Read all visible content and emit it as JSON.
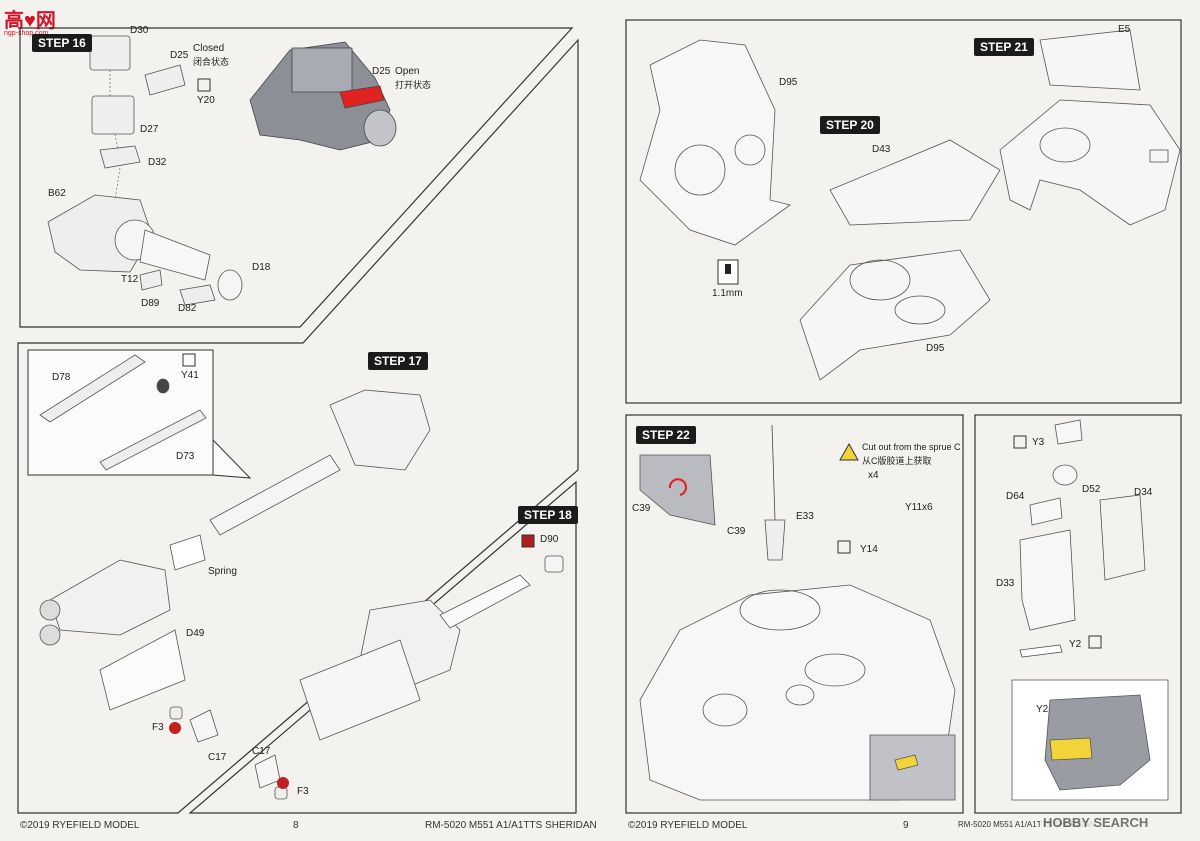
{
  "header_logo": {
    "text": "高♥网",
    "sub": "ngp-shop.com"
  },
  "page8": {
    "step16": {
      "title": "STEP 16",
      "labels": {
        "d30": "D30",
        "d25a": "D25",
        "closed_en": "Closed",
        "closed_cn": "闭合状态",
        "y20": "Y20",
        "d27": "D27",
        "d32": "D32",
        "b62": "B62",
        "d18": "D18",
        "t12": "T12",
        "d89": "D89",
        "d82": "D82",
        "d25b": "D25",
        "open_en": "Open",
        "open_cn": "打开状态"
      }
    },
    "step17": {
      "title": "STEP 17",
      "labels": {
        "d78": "D78",
        "y41": "Y41",
        "d73": "D73",
        "spring": "Spring",
        "d49": "D49"
      }
    },
    "step18": {
      "title": "STEP 18",
      "labels": {
        "d90": "D90",
        "f3a": "F3",
        "c17a": "C17",
        "c17b": "C17",
        "f3b": "F3"
      }
    },
    "footer": {
      "left": "©2019 RYEFIELD MODEL",
      "page": "8",
      "right": "RM-5020 M551 A1/A1TTS SHERIDAN"
    }
  },
  "page9": {
    "step20": {
      "title": "STEP 20",
      "labels": {
        "d43": "D43",
        "d95b": "D95"
      }
    },
    "step21": {
      "title": "STEP 21",
      "labels": {
        "e5": "E5"
      }
    },
    "drill": {
      "label": "D95",
      "size": "1.1mm"
    },
    "step22": {
      "title": "STEP 22",
      "labels": {
        "c39a": "C39",
        "c39b": "C39",
        "e33": "E33",
        "x4": "x4",
        "y11x6": "Y11x6",
        "y14": "Y14"
      },
      "warning_en": "Cut out from the sprue C",
      "warning_cn": "从C版胶道上获取"
    },
    "box": {
      "labels": {
        "y3": "Y3",
        "d52": "D52",
        "d64": "D64",
        "d34": "D34",
        "d33": "D33",
        "y2a": "Y2",
        "y2b": "Y2"
      }
    },
    "footer": {
      "left": "©2019 RYEFIELD MODEL",
      "page": "9",
      "right": "RM-5020 M551 A1/A1TTS SHERIDAN"
    },
    "watermark": "HOBBY SEARCH"
  }
}
